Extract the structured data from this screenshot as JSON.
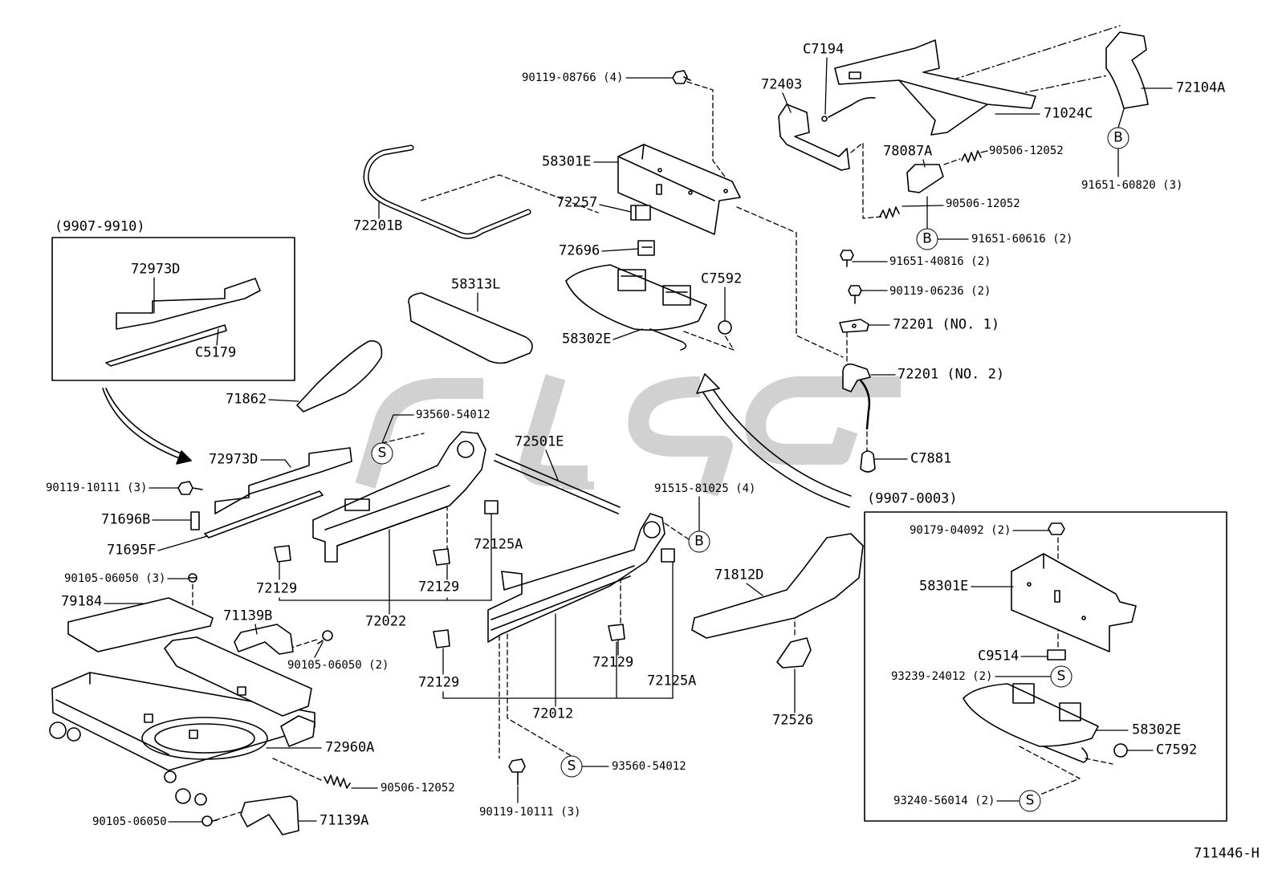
{
  "figure_code": "711446-H",
  "insets": {
    "early_range": "(9907-9910)",
    "late_range": "(9907-0003)"
  },
  "symbols": {
    "b": "B",
    "s": "S"
  },
  "parts": [
    "90119-08766 (4)",
    "C7194",
    "72104A",
    "72403",
    "71024C",
    "91651-60820 (3)",
    "78087A",
    "90506-12052",
    "58301E",
    "72201B",
    "72257",
    "90506-12052",
    "91651-60616 (2)",
    "72696",
    "91651-40816 (2)",
    "72973D",
    "C7592",
    "58313L",
    "90119-06236 (2)",
    "72201 (NO. 1)",
    "58302E",
    "C5179",
    "72201 (NO. 2)",
    "71862",
    "93560-54012",
    "72501E",
    "C7881",
    "72973D",
    "90119-10111 (3)",
    "91515-81025 (4)",
    "71696B",
    "72125A",
    "71695F",
    "90179-04092 (2)",
    "90105-06050 (3)",
    "72129",
    "72129",
    "71812D",
    "58301E",
    "79184",
    "71139B",
    "72022",
    "90105-06050 (2)",
    "72129",
    "C9514",
    "72129",
    "72125A",
    "93239-24012 (2)",
    "72012",
    "72526",
    "58302E",
    "72960A",
    "C7592",
    "93560-54012",
    "90506-12052",
    "93240-56014 (2)",
    "90105-06050",
    "71139A",
    "90119-10111 (3)"
  ]
}
